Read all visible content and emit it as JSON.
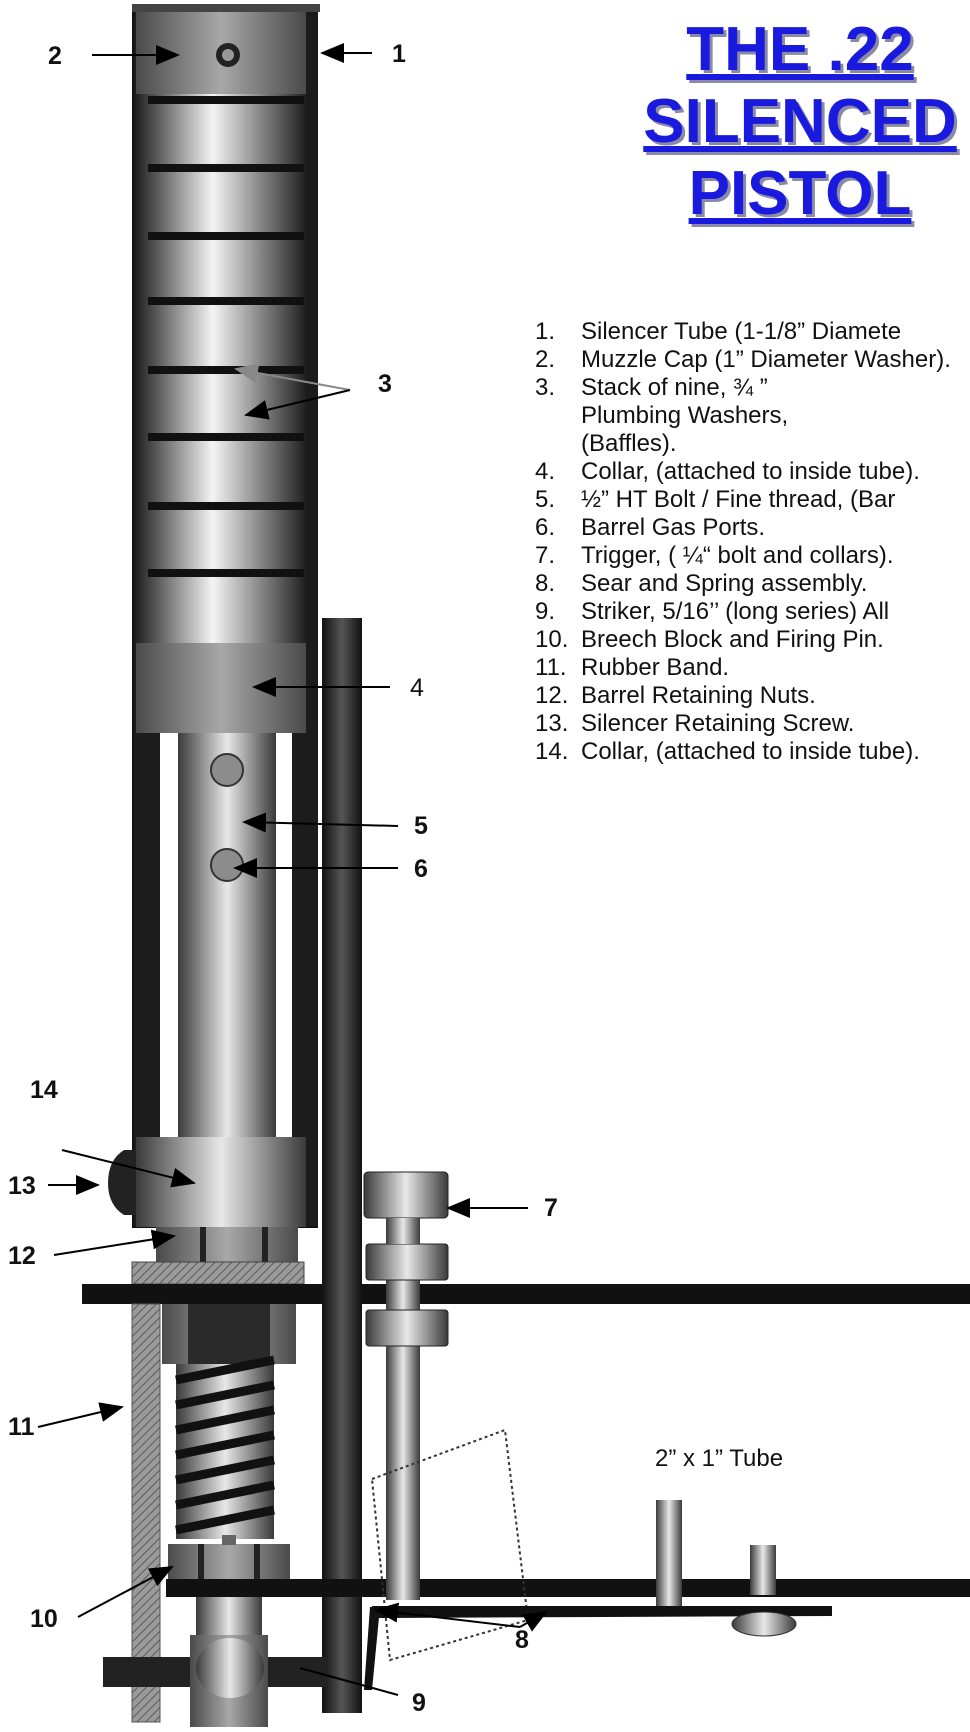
{
  "title": {
    "line1": "THE .22",
    "line2": "SILENCED",
    "line3": "PISTOL"
  },
  "parts": [
    {
      "num": "1.",
      "text": "Silencer Tube (1-1/8” Diamete"
    },
    {
      "num": "2.",
      "text": "Muzzle  Cap  (1”  Diameter  Washer)."
    },
    {
      "num": "3.",
      "text": "Stack of nine, ¾ ” Plumbing  Washers,  (Baffles)."
    },
    {
      "num": "4.",
      "text": "Collar,  (attached  to  inside  tube)."
    },
    {
      "num": "5.",
      "text": "½” HT Bolt / Fine thread, (Bar"
    },
    {
      "num": "6.",
      "text": "Barrel Gas Ports."
    },
    {
      "num": "7.",
      "text": "Trigger, ( ¼“ bolt and collars)."
    },
    {
      "num": "8.",
      "text": "Sear and Spring assembly."
    },
    {
      "num": "9.",
      "text": "Striker, 5/16’’ (long series) All"
    },
    {
      "num": "10.",
      "text": "Breech Block and Firing Pin."
    },
    {
      "num": "11.",
      "text": "Rubber Band."
    },
    {
      "num": "12.",
      "text": "Barrel Retaining Nuts."
    },
    {
      "num": "13.",
      "text": "Silencer Retaining Screw."
    },
    {
      "num": "14.",
      "text": "Collar,  (attached  to  inside  tube)."
    }
  ],
  "callouts": {
    "c1": "1",
    "c2": "2",
    "c3": "3",
    "c4": "4",
    "c5": "5",
    "c6": "6",
    "c7": "7",
    "c8": "8",
    "c9": "9",
    "c10": "10",
    "c11": "11",
    "c12": "12",
    "c13": "13",
    "c14": "14"
  },
  "tube_label": "2” x 1” Tube",
  "colors": {
    "title": "#1a1adf",
    "metal_dark": "#1a1a1a",
    "metal_light": "#f0f0f0",
    "port": "#8c8c8c"
  }
}
